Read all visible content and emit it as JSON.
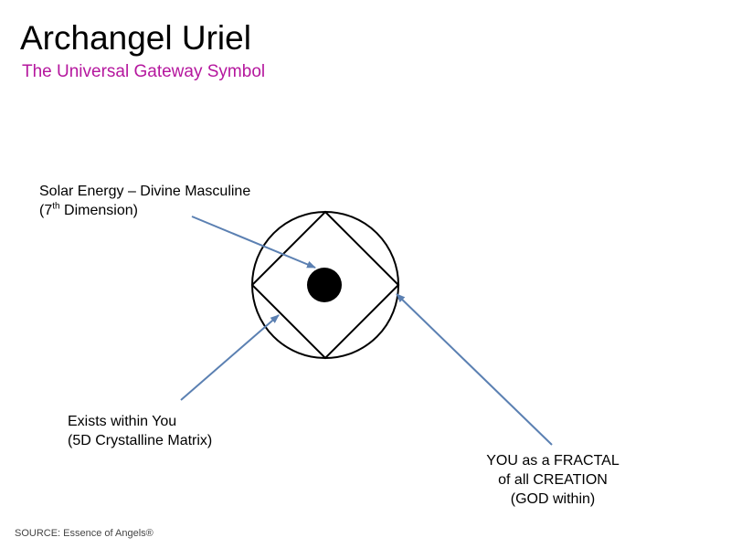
{
  "title": "Archangel Uriel",
  "subtitle": "The Universal Gateway Symbol",
  "colors": {
    "subtitle": "#b5179e",
    "arrow": "#5b80b2",
    "symbol": "#000000"
  },
  "labels": {
    "solar_line1": "Solar Energy – Divine Masculine",
    "solar_line2_pre": "(7",
    "solar_line2_sup": "th",
    "solar_line2_post": " Dimension)",
    "exists_line1": "Exists within You",
    "exists_line2": "(5D Crystalline Matrix)",
    "fractal_line1": "YOU as a FRACTAL",
    "fractal_line2": "of all CREATION",
    "fractal_line3": "(GOD within)"
  },
  "source": "SOURCE:  Essence of Angels®"
}
